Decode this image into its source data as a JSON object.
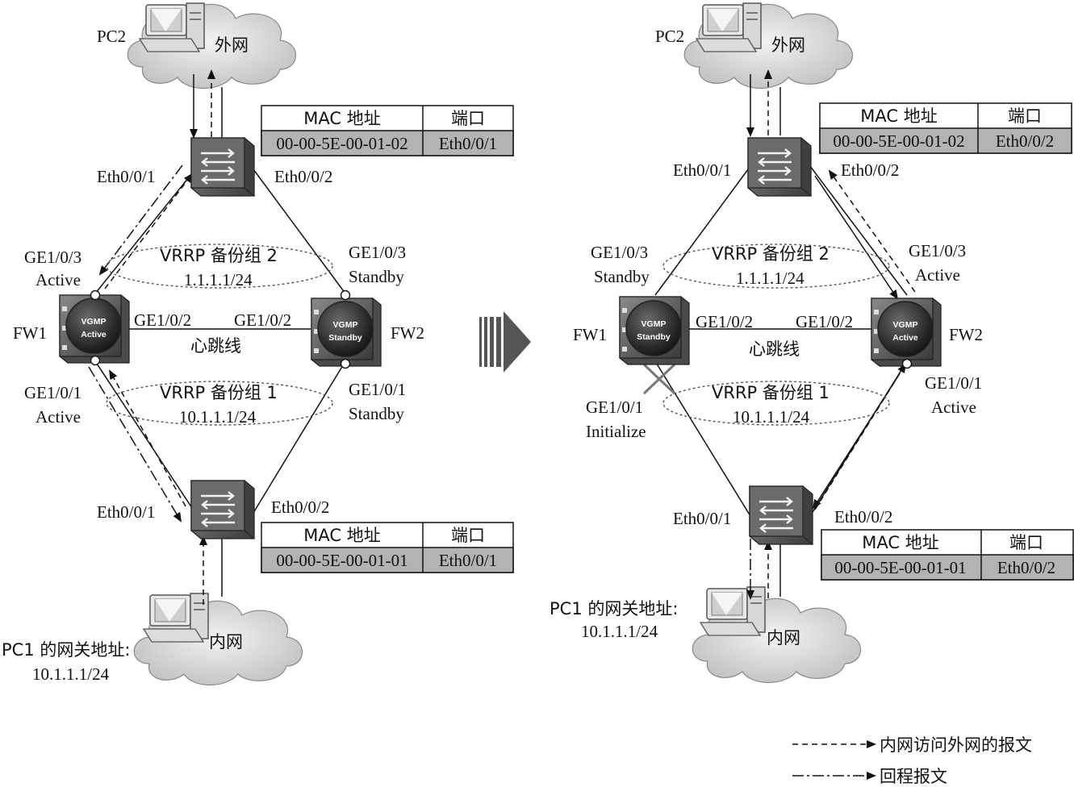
{
  "left": {
    "cloud_top": "外网",
    "pc_top": "PC2",
    "cloud_bottom": "内网",
    "pc_bottom_gw_label": "PC1 的网关地址:",
    "pc_bottom_gw_ip": "10.1.1.1/24",
    "table_top": {
      "col1": "MAC 地址",
      "col2": "端口",
      "mac": "00-00-5E-00-01-02",
      "port": "Eth0/0/1"
    },
    "table_bottom": {
      "col1": "MAC 地址",
      "col2": "端口",
      "mac": "00-00-5E-00-01-01",
      "port": "Eth0/0/1"
    },
    "sw_top_left_port": "Eth0/0/1",
    "sw_top_right_port": "Eth0/0/2",
    "sw_bottom_left_port": "Eth0/0/1",
    "sw_bottom_right_port": "Eth0/0/2",
    "fw1": {
      "name": "FW1",
      "badge_line1": "VGMP",
      "badge_line2": "Active"
    },
    "fw2": {
      "name": "FW2",
      "badge_line1": "VGMP",
      "badge_line2": "Standby"
    },
    "fw1_ge3": "GE1/0/3",
    "fw1_ge3_state": "Active",
    "fw2_ge3": "GE1/0/3",
    "fw2_ge3_state": "Standby",
    "fw1_ge1": "GE1/0/1",
    "fw1_ge1_state": "Active",
    "fw2_ge1": "GE1/0/1",
    "fw2_ge1_state": "Standby",
    "fw1_ge2": "GE1/0/2",
    "fw2_ge2": "GE1/0/2",
    "heartbeat": "心跳线",
    "vrrp2_name": "VRRP 备份组 2",
    "vrrp2_ip": "1.1.1.1/24",
    "vrrp1_name": "VRRP 备份组 1",
    "vrrp1_ip": "10.1.1.1/24"
  },
  "right": {
    "cloud_top": "外网",
    "pc_top": "PC2",
    "cloud_bottom": "内网",
    "pc_bottom_gw_label": "PC1 的网关地址:",
    "pc_bottom_gw_ip": "10.1.1.1/24",
    "table_top": {
      "col1": "MAC 地址",
      "col2": "端口",
      "mac": "00-00-5E-00-01-02",
      "port": "Eth0/0/2"
    },
    "table_bottom": {
      "col1": "MAC 地址",
      "col2": "端口",
      "mac": "00-00-5E-00-01-01",
      "port": "Eth0/0/2"
    },
    "sw_top_left_port": "Eth0/0/1",
    "sw_top_right_port": "Eth0/0/2",
    "sw_bottom_left_port": "Eth0/0/1",
    "sw_bottom_right_port": "Eth0/0/2",
    "fw1": {
      "name": "FW1",
      "badge_line1": "VGMP",
      "badge_line2": "Standby"
    },
    "fw2": {
      "name": "FW2",
      "badge_line1": "VGMP",
      "badge_line2": "Active"
    },
    "fw1_ge3": "GE1/0/3",
    "fw1_ge3_state": "Standby",
    "fw2_ge3": "GE1/0/3",
    "fw2_ge3_state": "Active",
    "fw1_ge1": "GE1/0/1",
    "fw1_ge1_state": "Initialize",
    "fw2_ge1": "GE1/0/1",
    "fw2_ge1_state": "Active",
    "fw1_ge2": "GE1/0/2",
    "fw2_ge2": "GE1/0/2",
    "heartbeat": "心跳线",
    "vrrp2_name": "VRRP 备份组 2",
    "vrrp2_ip": "1.1.1.1/24",
    "vrrp1_name": "VRRP 备份组 1",
    "vrrp1_ip": "10.1.1.1/24"
  },
  "legend": {
    "dashed": "内网访问外网的报文",
    "dashdot": "回程报文"
  },
  "colors": {
    "table_fill": "#b3b3b3",
    "device_dark": "#555555",
    "cloud_fill": "#d9d9d9",
    "line": "#111111"
  }
}
